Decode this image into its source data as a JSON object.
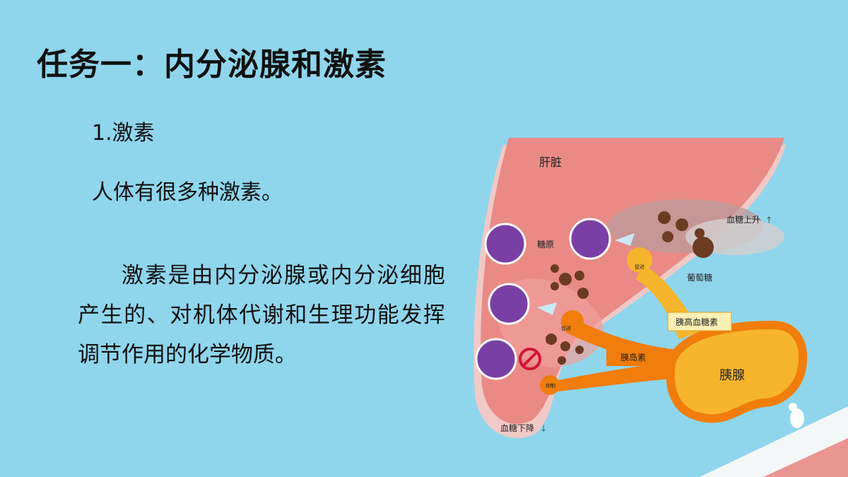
{
  "slide": {
    "title": "任务一：内分泌腺和激素",
    "subheading": "1.激素",
    "intro": "人体有很多种激素。",
    "paragraph": "激素是由内分泌腺或内分泌细胞产生的、对机体代谢和生理功能发挥调节作用的化学物质。"
  },
  "diagram": {
    "liver_label": "肝脏",
    "glycogen_label": "糖原",
    "glucose_label": "葡萄糖",
    "blood_sugar_rise": "血糖上升",
    "blood_sugar_fall": "血糖下降",
    "glucagon_label": "胰高血糖素",
    "insulin_label": "胰岛素",
    "pancreas_label": "胰腺",
    "promote_label_1": "促进",
    "promote_label_2": "促进",
    "inhibit_label": "抑制",
    "up_arrow": "🡑",
    "down_arrow": "🡓",
    "colors": {
      "background": "#8fd6ec",
      "liver": "#e98a86",
      "pancreas_fill": "#f7b52d",
      "pancreas_border": "#f07d0c",
      "glycogen": "#7a3fa5",
      "glucose": "#6b3b22"
    }
  }
}
